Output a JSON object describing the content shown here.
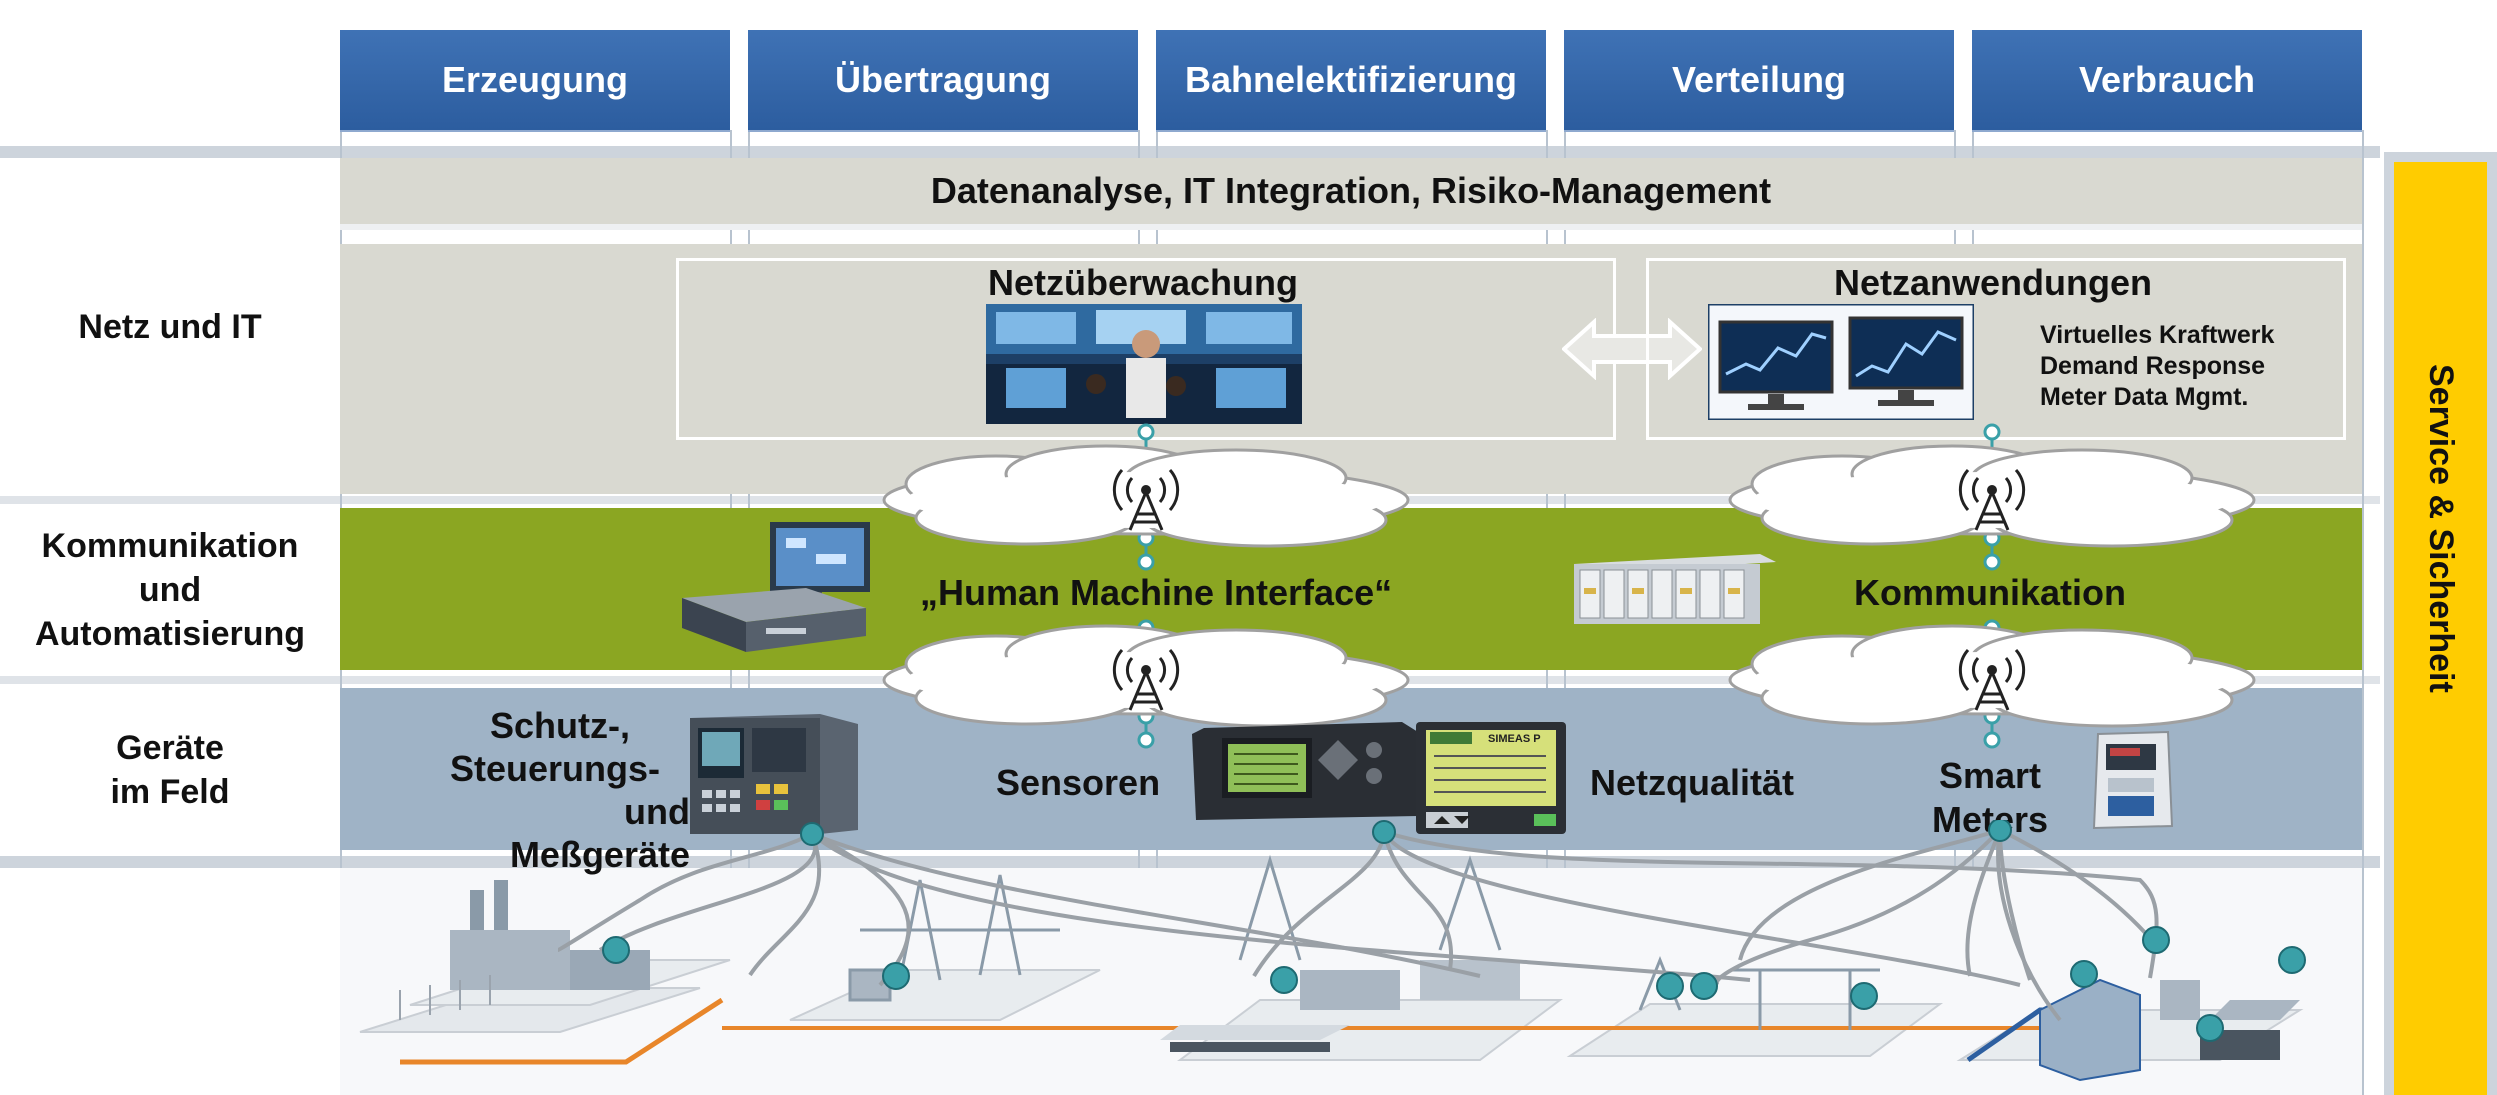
{
  "columns": [
    "Erzeugung",
    "Übertragung",
    "Bahnelektifizierung",
    "Verteilung",
    "Verbrauch"
  ],
  "rows": {
    "netz_it": "Netz und IT",
    "kommunikation": [
      "Kommunikation",
      "und",
      "Automatisierung"
    ],
    "geraete": [
      "Geräte",
      "im Feld"
    ]
  },
  "banner": "Datenanalyse, IT Integration, Risiko-Management",
  "netzueberwachung": "Netzüberwachung",
  "netzanwendungen": {
    "title": "Netzanwendungen",
    "items": [
      "Virtuelles Kraftwerk",
      "Demand Response",
      "Meter Data Mgmt."
    ]
  },
  "hmi": "„Human Machine Interface“",
  "kommunikation_label": "Kommunikation",
  "schutz": [
    "Schutz-,",
    "Steuerungs-",
    "und Meßgeräte"
  ],
  "sensoren": "Sensoren",
  "netzqualitaet": "Netzqualität",
  "smart_meters": [
    "Smart",
    "Meters"
  ],
  "service": "Service & Sicherheit",
  "device_screen": "SIMEAS P",
  "colors": {
    "header_blue": "#3166ab",
    "banner_gray": "#d9d9d1",
    "olive": "#8ba622",
    "field_blue": "#9fb3c6",
    "service_yellow": "#ffcc00",
    "node_teal": "#3aa0a8",
    "line_orange": "#e8862a"
  }
}
